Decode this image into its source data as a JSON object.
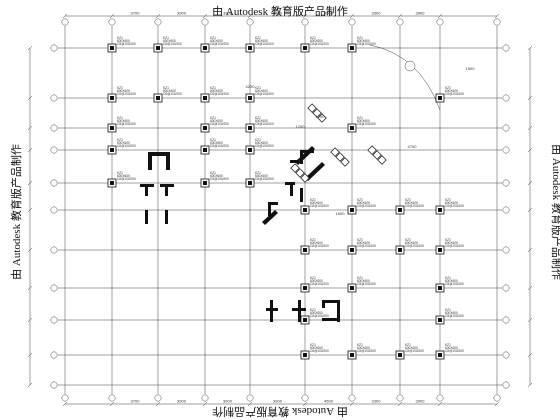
{
  "watermark": {
    "top": "由 Autodesk 教育版产品制作",
    "bottom": "由 Autodesk 教育版产品制作",
    "left": "由 Autodesk 教育版产品制作",
    "right": "由 Autodesk 教育版产品制作"
  },
  "dimensions": {
    "top": [
      "3700",
      "3900",
      "3900",
      "3900",
      "4500",
      "3300",
      "3900"
    ],
    "bottom": [
      "3700",
      "3900",
      "3900",
      "3900",
      "4500",
      "3300",
      "3900"
    ],
    "misc": [
      "4200",
      "4700",
      "1600",
      "1200",
      "1200",
      "1500"
    ]
  },
  "column_label": {
    "id": "KZ1",
    "size": "600X600",
    "rebar": "12C25",
    "stirrup": "C8@100/200"
  },
  "colors": {
    "line": "#222222",
    "column": "#111111",
    "background": "#ffffff"
  }
}
